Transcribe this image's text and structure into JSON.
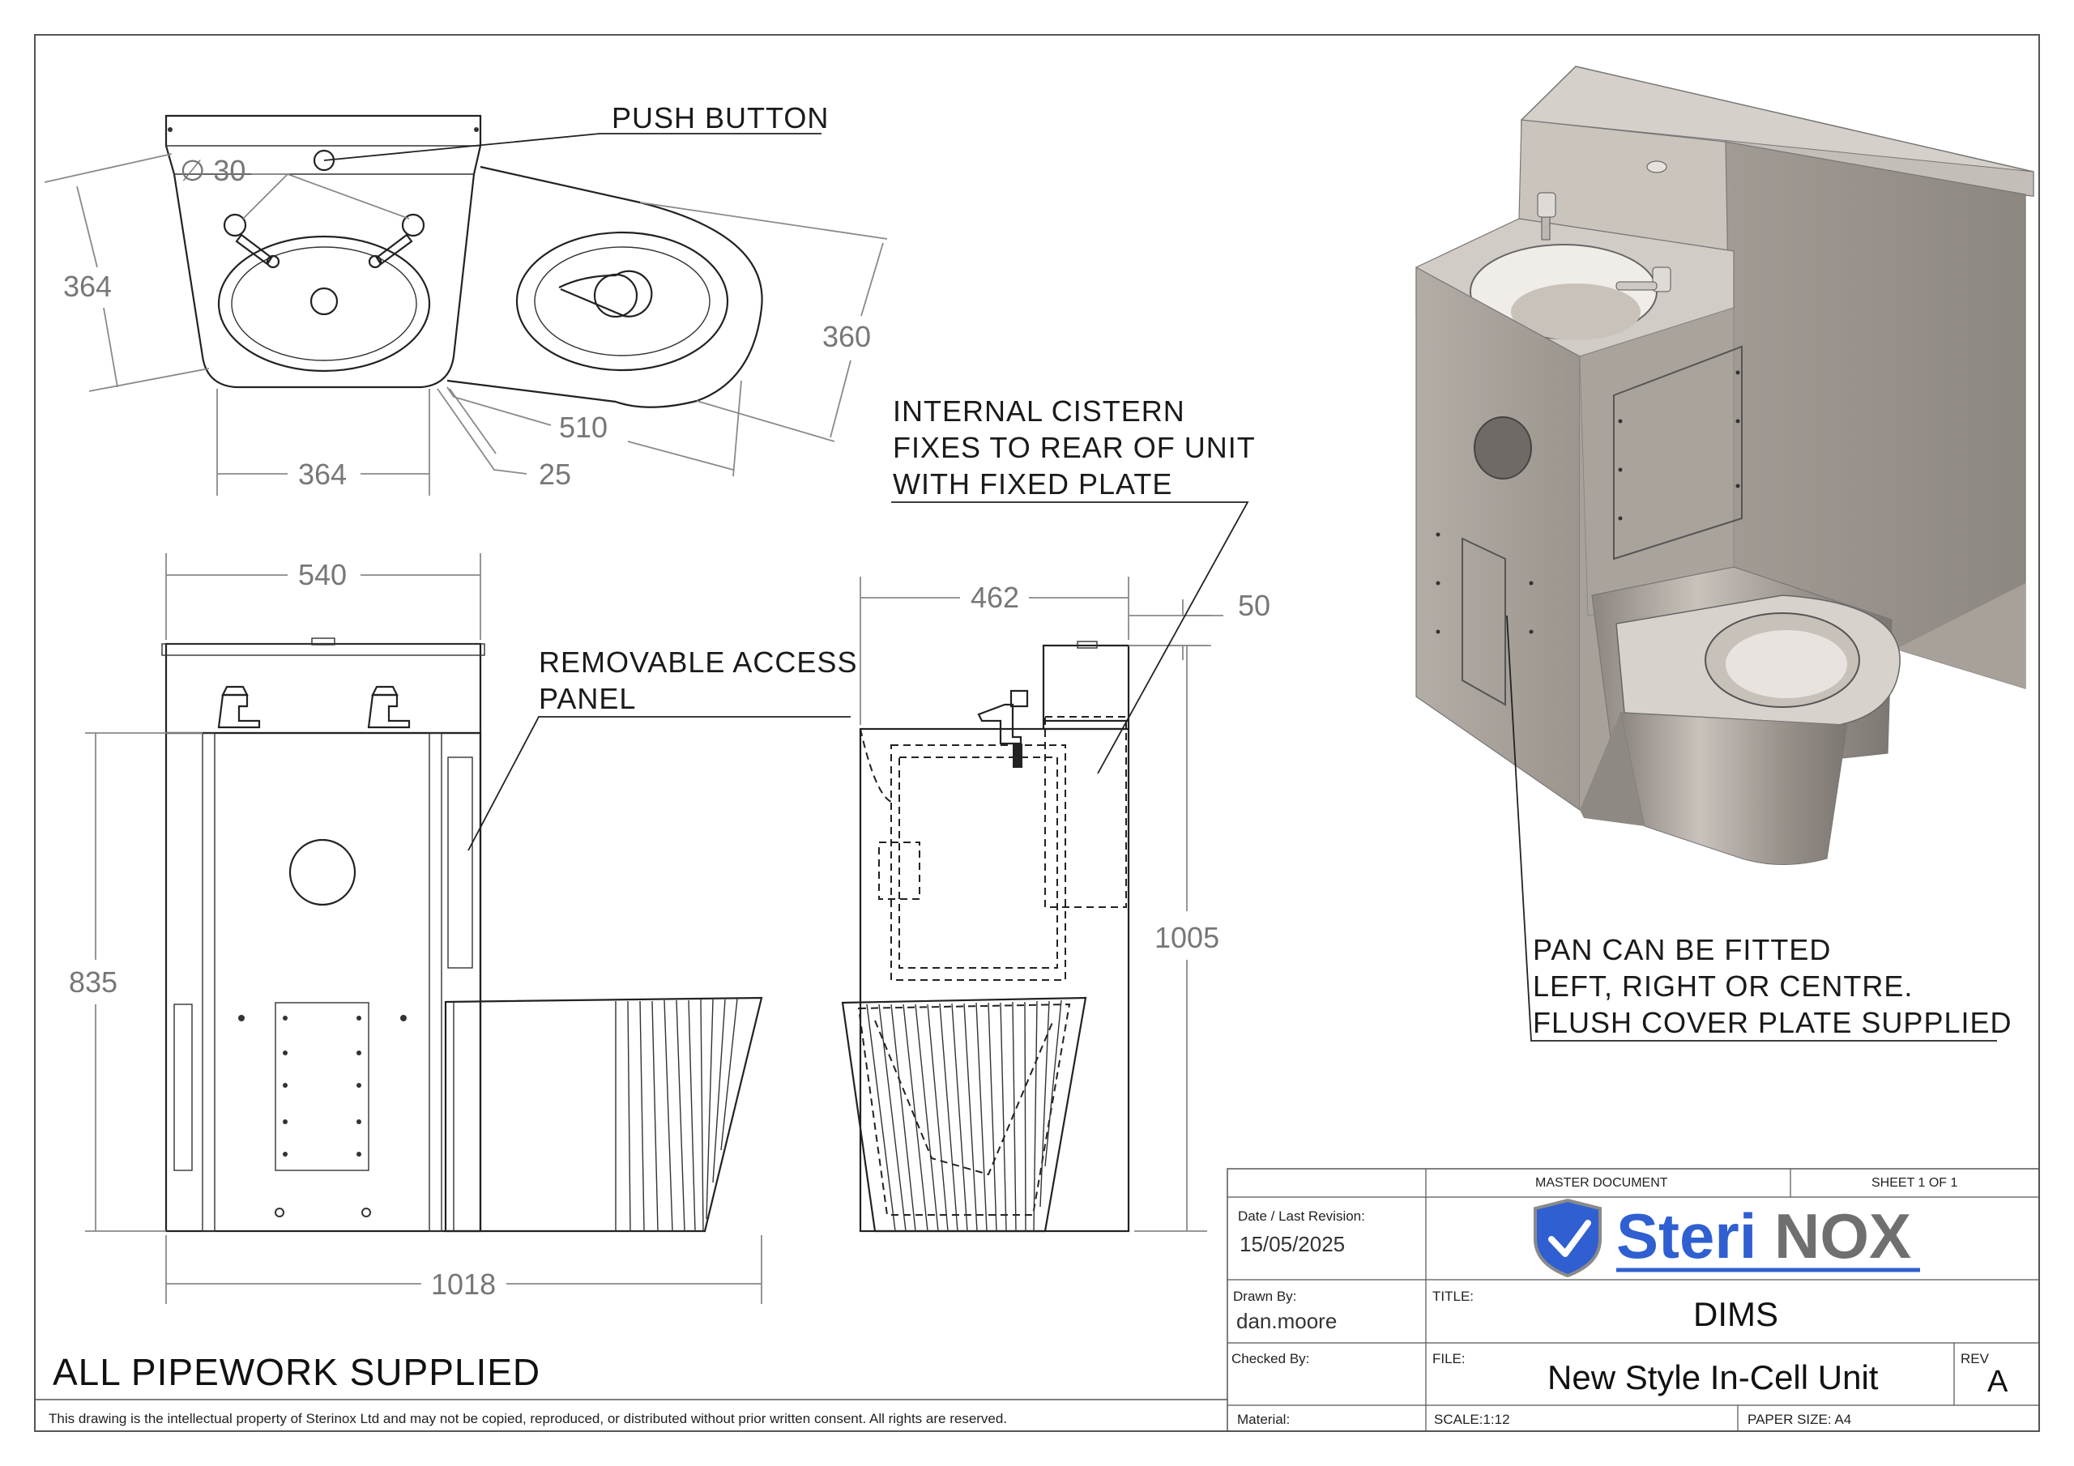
{
  "plan_view": {
    "push_button_label": "PUSH BUTTON",
    "dia_label": "∅ 30",
    "dim_364_left": "364",
    "dim_360": "360",
    "dim_510": "510",
    "dim_364_bottom": "364",
    "dim_25": "25"
  },
  "front_view": {
    "dim_540": "540",
    "dim_835": "835",
    "dim_1018": "1018",
    "access_panel_line1": "REMOVABLE ACCESS",
    "access_panel_line2": "PANEL"
  },
  "side_view": {
    "cistern_line1": "INTERNAL CISTERN",
    "cistern_line2": "FIXES TO REAR OF UNIT",
    "cistern_line3": "WITH FIXED PLATE",
    "dim_462": "462",
    "dim_50": "50",
    "dim_1005": "1005"
  },
  "iso_view": {
    "pan_line1": "PAN CAN BE FITTED",
    "pan_line2": "LEFT, RIGHT OR CENTRE.",
    "pan_line3": "FLUSH COVER PLATE SUPPLIED"
  },
  "general_note": "ALL PIPEWORK SUPPLIED",
  "disclaimer": "This drawing is the intellectual property of Sterinox Ltd and may not be copied, reproduced, or distributed without prior written consent. All rights are reserved.",
  "title_block": {
    "master_document": "MASTER DOCUMENT",
    "sheet": "SHEET 1 OF 1",
    "date_label": "Date / Last Revision:",
    "date_value": "15/05/2025",
    "logo_text_a": "Steri",
    "logo_text_b": "NOX",
    "drawn_by_label": "Drawn By:",
    "drawn_by_value": "dan.moore",
    "title_label": "TITLE:",
    "title_value": "DIMS",
    "checked_by_label": "Checked By:",
    "file_label": "FILE:",
    "file_value": "New Style In-Cell Unit",
    "rev_label": "REV",
    "rev_value": "A",
    "material_label": "Material:",
    "scale": "SCALE:1:12",
    "paper_size": "PAPER SIZE: A4"
  },
  "colors": {
    "logo_blue": "#2f5fd0",
    "logo_gray": "#6f6f6f",
    "steel": "#a8a29b"
  }
}
